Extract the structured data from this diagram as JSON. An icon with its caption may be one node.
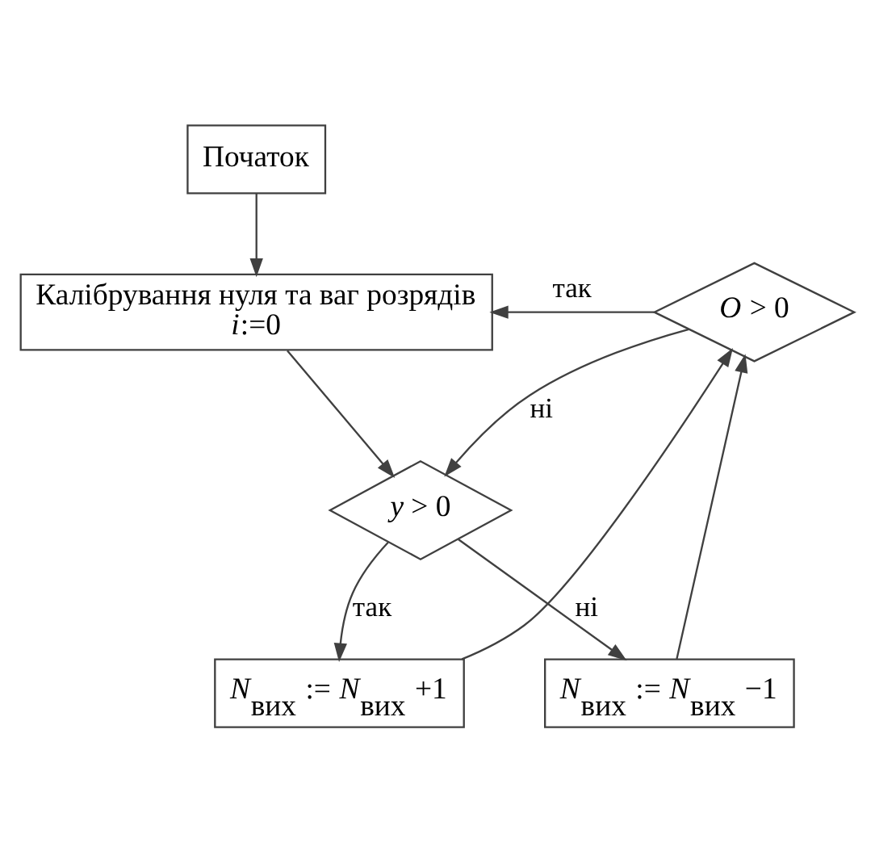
{
  "diagram": {
    "nodes": [
      {
        "text": [
          "Початок"
        ]
      },
      {
        "text": [
          "Калібрування нуля та ваг розрядів",
          "*i*:=0"
        ]
      },
      {
        "text": [
          "*O* > 0"
        ]
      },
      {
        "text": [
          "*y* > 0"
        ]
      },
      {
        "text": [
          "*N*$_{вих}$ := *N*$_{вих}$ +1"
        ]
      },
      {
        "text": [
          "*N*$_{вих}$ := *N*$_{вих}$ −1"
        ]
      }
    ],
    "edges": [
      {
        "from": 0,
        "to": 1,
        "arrow": "to"
      },
      {
        "from": 2,
        "to": 1,
        "arrow": "to",
        "label": "так"
      },
      {
        "from": 2,
        "to": 3,
        "arrow": "to",
        "label": "ні"
      },
      {
        "from": 1,
        "to": 3,
        "arrow": "to"
      },
      {
        "from": 3,
        "to": 4,
        "arrow": "to",
        "label": "так"
      },
      {
        "from": 3,
        "to": 5,
        "arrow": "to",
        "label": "ні"
      },
      {
        "from": 4,
        "to": 2,
        "arrow": "to"
      },
      {
        "from": 5,
        "to": 2,
        "arrow": "to"
      }
    ]
  }
}
